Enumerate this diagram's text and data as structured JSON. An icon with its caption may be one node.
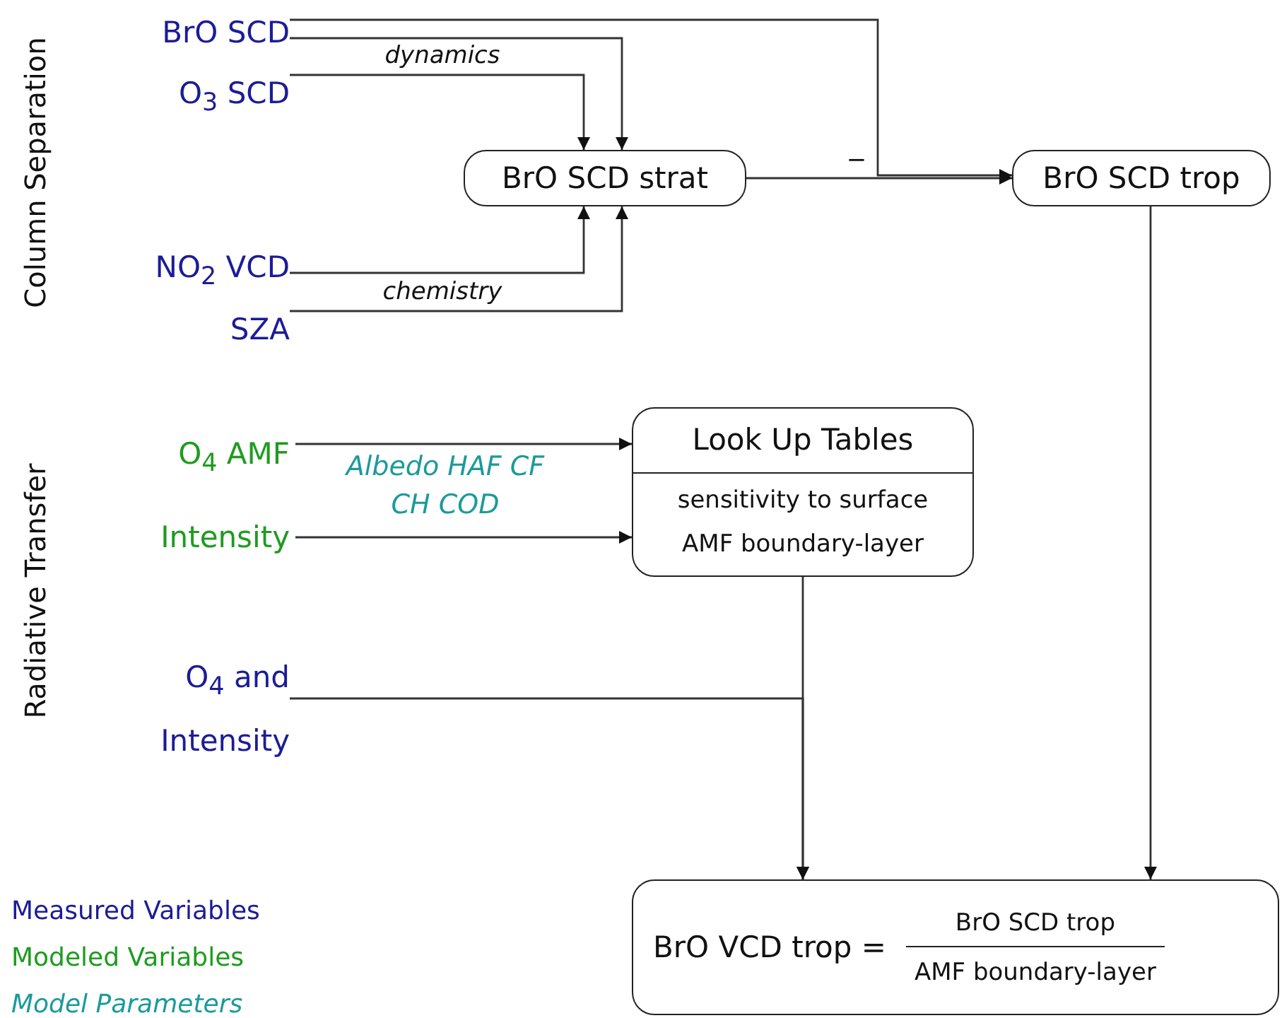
{
  "diagram": {
    "nodes": [
      {
        "text": [
          "BrO SCD"
        ]
      },
      {
        "text": [
          "O$_{3}$ SCD"
        ]
      },
      {
        "text": [
          "BrO SCD strat"
        ]
      },
      {
        "text": [
          "BrO SCD trop"
        ]
      },
      {
        "text": [
          "NO$_{2}$ VCD"
        ]
      },
      {
        "text": [
          "SZA"
        ]
      },
      {
        "text": [
          "O$_{4}$ AMF"
        ]
      },
      {
        "text": [
          "Intensity"
        ]
      },
      {
        "text": [
          "Look Up Tables",
          "sensitivity to surface",
          "AMF boundary-layer"
        ]
      },
      {
        "text": [
          "O$_{4}$ and Intensity"
        ]
      },
      {
        "text": [
          "BrO VCD trop =",
          "BrO SCD trop",
          "AMF boundary-layer"
        ]
      }
    ],
    "edges": [
      {
        "from": 0,
        "to": 3,
        "arrow": "to"
      },
      {
        "from": 0,
        "to": 2,
        "arrow": "to"
      },
      {
        "from": 1,
        "to": 2,
        "arrow": "to",
        "label": "dynamics"
      },
      {
        "from": 4,
        "to": 2,
        "arrow": "to"
      },
      {
        "from": 5,
        "to": 2,
        "arrow": "to",
        "label": "chemistry"
      },
      {
        "from": 2,
        "to": 3,
        "arrow": "to",
        "label": "−"
      },
      {
        "from": 6,
        "to": 8,
        "arrow": "to",
        "label": "Albedo HAF CF CH COD"
      },
      {
        "from": 7,
        "to": 8,
        "arrow": "to"
      },
      {
        "from": 8,
        "to": 10,
        "arrow": "to"
      },
      {
        "from": 9,
        "to": 10,
        "arrow": "to"
      },
      {
        "from": 3,
        "to": 10,
        "arrow": "to"
      }
    ],
    "labels": [
      "Column Separation",
      "Radiative Transfer"
    ],
    "legend": [
      {
        "text": "Measured Variables",
        "color": "#1c1c96"
      },
      {
        "text": "Modeled Variables",
        "color": "#1f9b1f"
      },
      {
        "text": "Model Parameters",
        "color": "#1b9a9a"
      }
    ]
  }
}
